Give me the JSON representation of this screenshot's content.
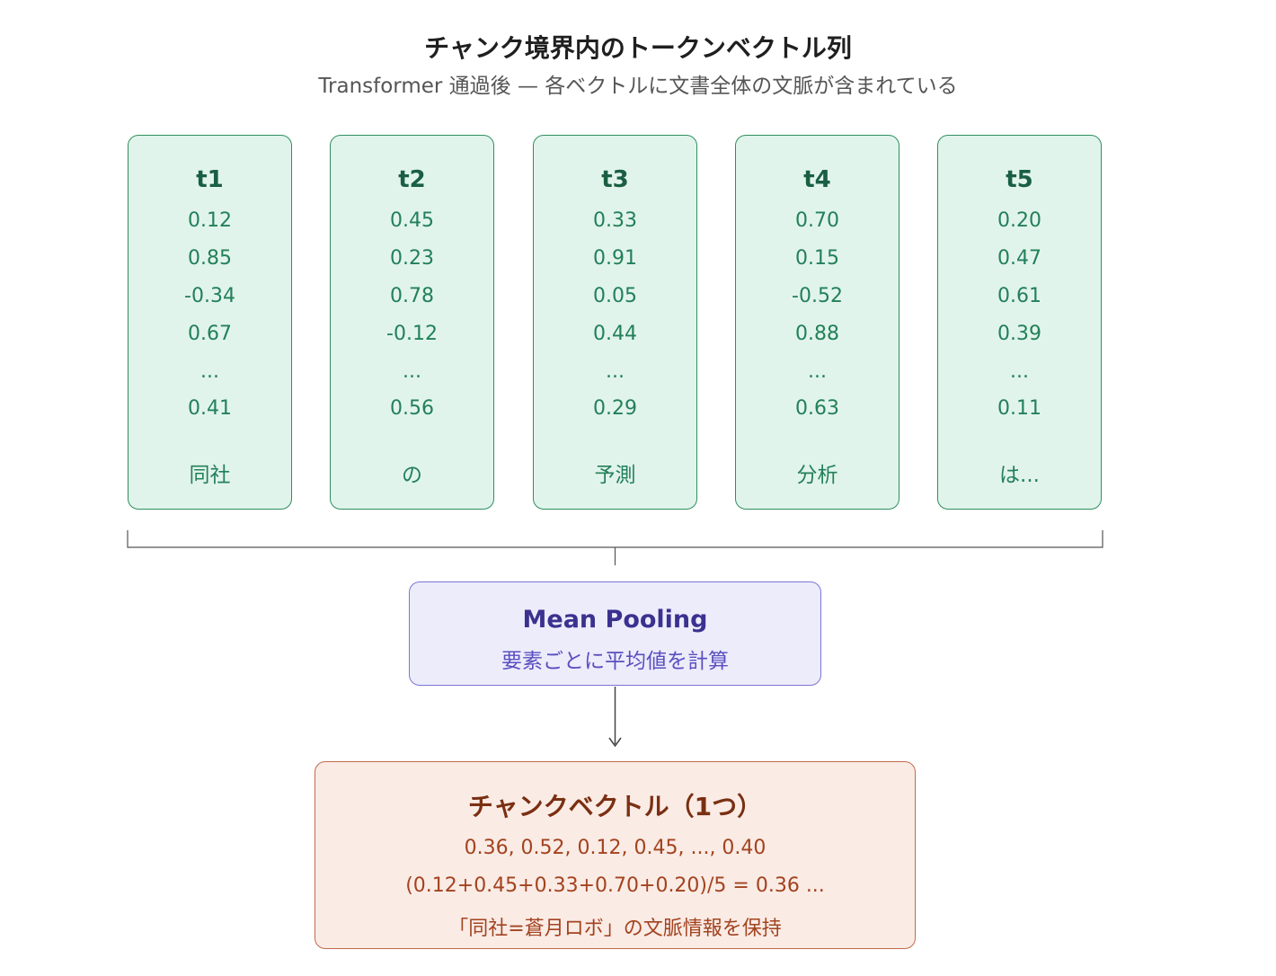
{
  "title": "チャンク境界内のトークンベクトル列",
  "subtitle": "Transformer 通過後 — 各ベクトルに文書全体の文脈が含まれている",
  "tokens": [
    {
      "id": "t1",
      "values": [
        "0.12",
        "0.85",
        "-0.34",
        "0.67",
        "...",
        "0.41"
      ],
      "word": "同社"
    },
    {
      "id": "t2",
      "values": [
        "0.45",
        "0.23",
        "0.78",
        "-0.12",
        "...",
        "0.56"
      ],
      "word": "の"
    },
    {
      "id": "t3",
      "values": [
        "0.33",
        "0.91",
        "0.05",
        "0.44",
        "...",
        "0.29"
      ],
      "word": "予測"
    },
    {
      "id": "t4",
      "values": [
        "0.70",
        "0.15",
        "-0.52",
        "0.88",
        "...",
        "0.63"
      ],
      "word": "分析"
    },
    {
      "id": "t5",
      "values": [
        "0.20",
        "0.47",
        "0.61",
        "0.39",
        "...",
        "0.11"
      ],
      "word": "は..."
    }
  ],
  "pooling": {
    "title": "Mean Pooling",
    "subtitle": "要素ごとに平均値を計算"
  },
  "chunk": {
    "title": "チャンクベクトル（1つ）",
    "vector": "0.36, 0.52, 0.12, 0.45, ..., 0.40",
    "formula": "(0.12+0.45+0.33+0.70+0.20)/5 = 0.36 ...",
    "note": "「同社=蒼月ロボ」の文脈情報を保持"
  },
  "colors": {
    "token_fill": "#e1f4ec",
    "token_border": "#2f8f5e",
    "pool_fill": "#ececfb",
    "pool_border": "#7d74d4",
    "chunk_fill": "#faebe5",
    "chunk_border": "#c26b4d"
  }
}
